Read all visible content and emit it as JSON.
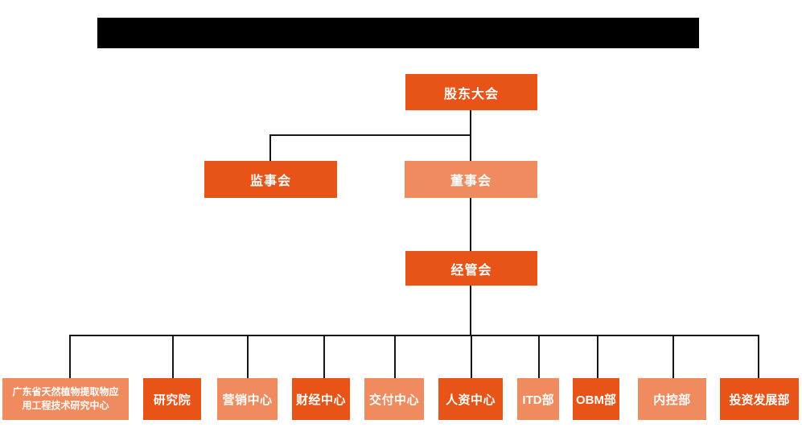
{
  "diagram": {
    "type": "org-chart",
    "nodes": {
      "shareholders": {
        "label": "股东大会",
        "variant": "dark"
      },
      "supervisors": {
        "label": "监事会",
        "variant": "dark"
      },
      "directors": {
        "label": "董事会",
        "variant": "light"
      },
      "management": {
        "label": "经管会",
        "variant": "dark"
      },
      "research_center": {
        "label": "广东省天然植物提取物应用工程技术研究中心",
        "variant": "light"
      },
      "research_institute": {
        "label": "研究院",
        "variant": "dark"
      },
      "marketing": {
        "label": "营销中心",
        "variant": "light"
      },
      "finance": {
        "label": "财经中心",
        "variant": "dark"
      },
      "delivery": {
        "label": "交付中心",
        "variant": "light"
      },
      "hr": {
        "label": "人资中心",
        "variant": "dark"
      },
      "itd": {
        "label": "ITD部",
        "variant": "light"
      },
      "obm": {
        "label": "OBM部",
        "variant": "dark"
      },
      "internal_control": {
        "label": "内控部",
        "variant": "light"
      },
      "investment": {
        "label": "投资发展部",
        "variant": "dark"
      }
    },
    "hierarchy": [
      {
        "parent": "股东大会",
        "children": [
          "监事会",
          "董事会"
        ]
      },
      {
        "parent": "董事会",
        "children": [
          "经管会"
        ]
      },
      {
        "parent": "经管会",
        "children": [
          "广东省天然植物提取物应用工程技术研究中心",
          "研究院",
          "营销中心",
          "财经中心",
          "交付中心",
          "人资中心",
          "ITD部",
          "OBM部",
          "内控部",
          "投资发展部"
        ]
      }
    ]
  },
  "colors": {
    "dark_orange": "#E85318",
    "light_orange": "#F08B5F",
    "connector_line": "#151515",
    "redacted_header_bar": "#000000",
    "node_text": "#FFFFFF",
    "background": "#FFFFFF"
  }
}
